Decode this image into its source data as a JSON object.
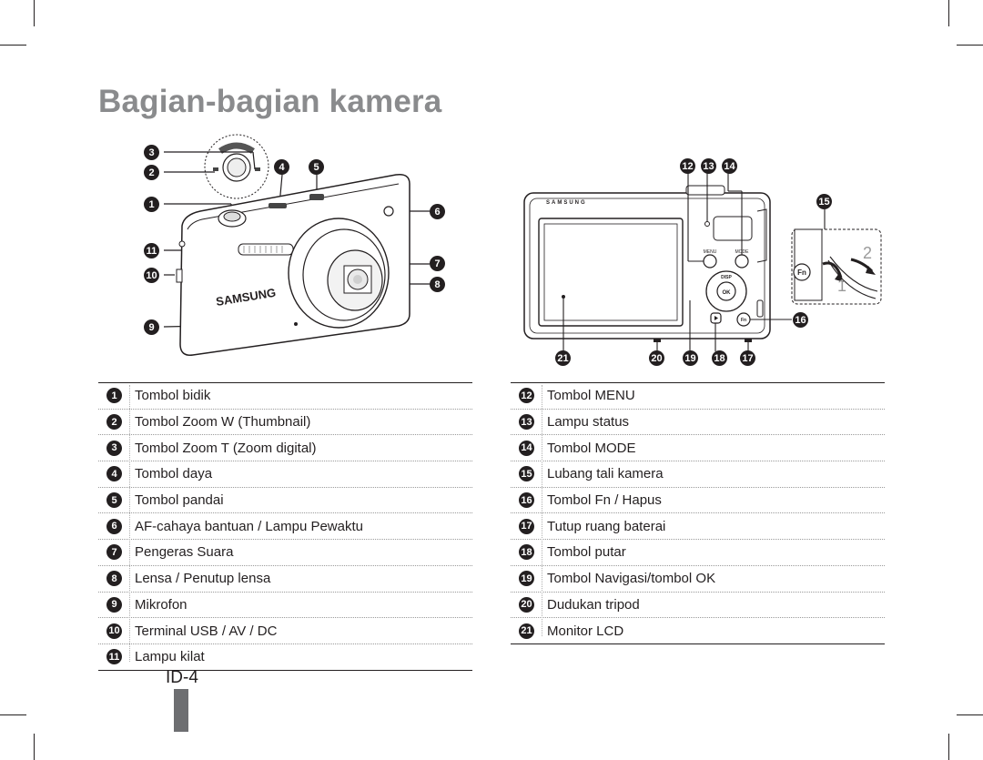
{
  "page": {
    "title": "Bagian-bagian kamera",
    "page_number": "ID-4",
    "tab_color": "#6d6e71",
    "title_color": "#8a8b8d"
  },
  "front_view": {
    "brand": "SAMSUNG",
    "callouts": [
      "1",
      "2",
      "3",
      "4",
      "5",
      "6",
      "7",
      "8",
      "9",
      "10",
      "11"
    ]
  },
  "back_view": {
    "brand": "SAMSUNG",
    "buttons": {
      "menu": "MENU",
      "mode": "MODE",
      "disp": "DISP",
      "ok": "OK",
      "fn": "Fn"
    },
    "inset_labels": {
      "fn": "Fn",
      "step1": "1",
      "step2": "2"
    },
    "callouts": [
      "12",
      "13",
      "14",
      "15",
      "16",
      "17",
      "18",
      "19",
      "20",
      "21"
    ]
  },
  "legend_left": [
    {
      "num": "1",
      "label": "Tombol bidik"
    },
    {
      "num": "2",
      "label": "Tombol Zoom W (Thumbnail)"
    },
    {
      "num": "3",
      "label": "Tombol Zoom T (Zoom digital)"
    },
    {
      "num": "4",
      "label": "Tombol daya"
    },
    {
      "num": "5",
      "label": "Tombol pandai"
    },
    {
      "num": "6",
      "label": "AF-cahaya bantuan / Lampu Pewaktu"
    },
    {
      "num": "7",
      "label": "Pengeras Suara"
    },
    {
      "num": "8",
      "label": "Lensa / Penutup lensa"
    },
    {
      "num": "9",
      "label": "Mikrofon"
    },
    {
      "num": "10",
      "label": "Terminal USB / AV / DC"
    },
    {
      "num": "11",
      "label": "Lampu kilat"
    }
  ],
  "legend_right": [
    {
      "num": "12",
      "label": "Tombol MENU"
    },
    {
      "num": "13",
      "label": "Lampu status"
    },
    {
      "num": "14",
      "label": "Tombol MODE"
    },
    {
      "num": "15",
      "label": "Lubang tali kamera"
    },
    {
      "num": "16",
      "label": "Tombol Fn / Hapus"
    },
    {
      "num": "17",
      "label": "Tutup ruang baterai"
    },
    {
      "num": "18",
      "label": "Tombol putar"
    },
    {
      "num": "19",
      "label": "Tombol Navigasi/tombol OK"
    },
    {
      "num": "20",
      "label": "Dudukan tripod"
    },
    {
      "num": "21",
      "label": "Monitor LCD"
    }
  ]
}
